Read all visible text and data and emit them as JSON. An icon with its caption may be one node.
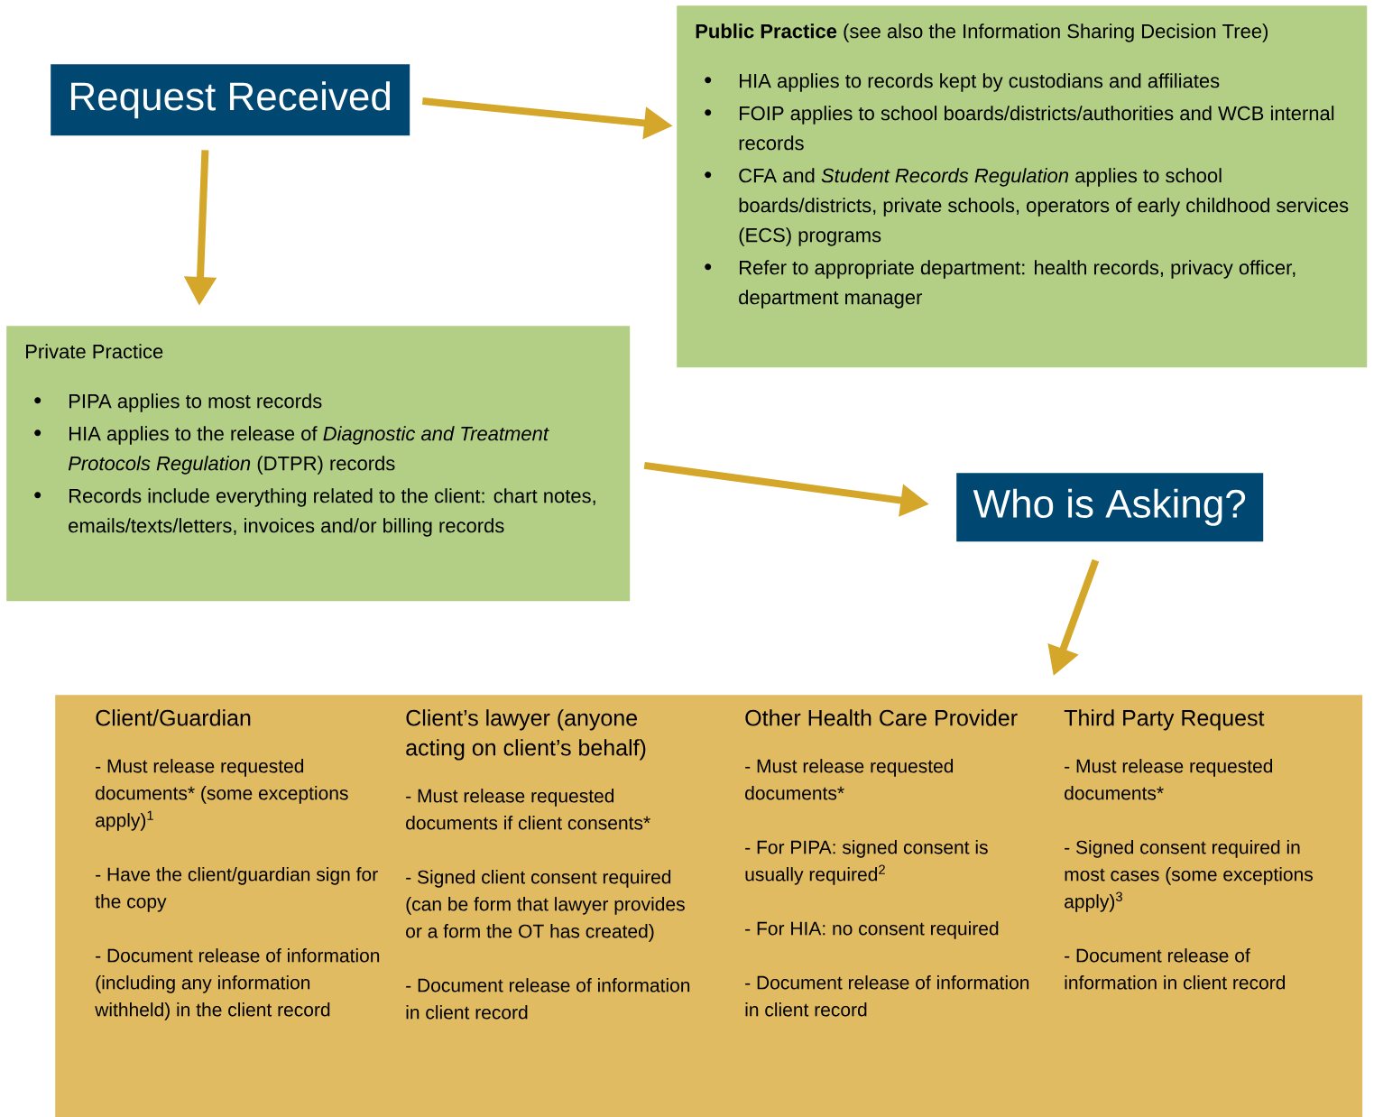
{
  "diagram": {
    "nodes": [
      {
        "text": [
          "Request Received"
        ]
      },
      {
        "text": [
          "**Public Practice** (see also the Information Sharing Decision Tree)",
          "HIA applies to records kept by custodians and affiliates",
          "FOIP applies to school boards/districts/authorities and WCB internal records",
          "CFA and *Student Records Regulation* applies to school boards/districts, private schools, operators of early childhood services (ECS) programs",
          "Refer to appropriate department: health records, privacy officer, department manager"
        ]
      },
      {
        "text": [
          "Private Practice",
          "PIPA applies to most records",
          "HIA applies to the release of *Diagnostic and Treatment Protocols Regulation* (DTPR) records",
          "Records include everything related to the client: chart notes, emails/texts/letters, invoices and/or billing records"
        ]
      },
      {
        "text": [
          "Who is Asking?"
        ]
      },
      {
        "text": [
          "Client/Guardian",
          "- Must release requested documents* (some exceptions apply)$^{1}$",
          "- Have the client/guardian sign for the copy",
          "- Document release of information (including any information withheld) in the client record",
          "Client’s lawyer (anyone acting on client’s behalf)",
          "- Must release requested documents if client consents*",
          "- Signed client consent required (can be form that lawyer provides or a form the OT has created)",
          "- Document release  of information in client record",
          "Other Health Care Provider",
          "- Must release requested documents*",
          "- For PIPA: signed consent is usually required$^{2}$",
          "- For HIA: no consent required",
          "- Document release of information in client record",
          "Third Party Request",
          "- Must release requested documents*",
          "- Signed consent required in most cases (some exceptions apply)$^{3}$",
          "- Document release of information in client record"
        ]
      }
    ],
    "edges": [
      {
        "from": 0,
        "to": 1,
        "arrow": "to"
      },
      {
        "from": 0,
        "to": 2,
        "arrow": "to"
      },
      {
        "from": 2,
        "to": 3,
        "arrow": "to"
      },
      {
        "from": 3,
        "to": 4,
        "arrow": "to"
      }
    ]
  }
}
